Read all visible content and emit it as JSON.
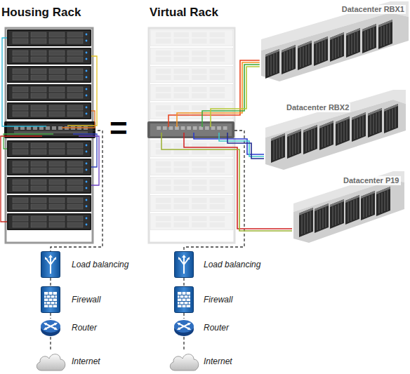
{
  "diagram": {
    "nodes": [
      {
        "text": [
          "Housing Rack"
        ]
      },
      {
        "text": [
          "Load balancing"
        ]
      },
      {
        "text": [
          "Firewall"
        ]
      },
      {
        "text": [
          "Router"
        ]
      },
      {
        "text": [
          "Internet"
        ]
      },
      {
        "text": [
          "Virtual Rack"
        ]
      },
      {
        "text": [
          "Load balancing"
        ]
      },
      {
        "text": [
          "Firewall"
        ]
      },
      {
        "text": [
          "Router"
        ]
      },
      {
        "text": [
          "Internet"
        ]
      },
      {
        "text": [
          "Datacenter RBX1"
        ]
      },
      {
        "text": [
          "Datacenter RBX2"
        ]
      },
      {
        "text": [
          "Datacenter P19"
        ]
      }
    ],
    "edges": [
      {
        "from": 0,
        "to": 1,
        "arrow": "none"
      },
      {
        "from": 1,
        "to": 2,
        "arrow": "none"
      },
      {
        "from": 2,
        "to": 3,
        "arrow": "none"
      },
      {
        "from": 3,
        "to": 4,
        "arrow": "none"
      },
      {
        "from": 5,
        "to": 6,
        "arrow": "none"
      },
      {
        "from": 6,
        "to": 7,
        "arrow": "none"
      },
      {
        "from": 7,
        "to": 8,
        "arrow": "none"
      },
      {
        "from": 8,
        "to": 9,
        "arrow": "none"
      },
      {
        "from": 5,
        "to": 10,
        "arrow": "none"
      },
      {
        "from": 5,
        "to": 11,
        "arrow": "none"
      },
      {
        "from": 5,
        "to": 12,
        "arrow": "none"
      }
    ],
    "labels": [
      "="
    ]
  }
}
